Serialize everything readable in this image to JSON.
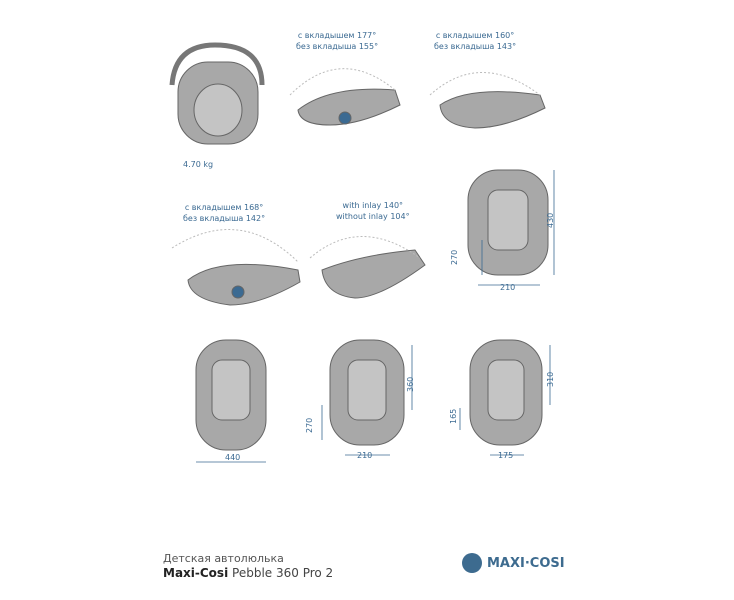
{
  "weight": "4.70 kg",
  "recline": [
    {
      "line1": "с вкладышем 177°",
      "line2": "без вкладыша 155°"
    },
    {
      "line1": "с вкладышем 160°",
      "line2": "без вкладыша 143°"
    },
    {
      "line1": "с вкладышем 168°",
      "line2": "без вкладыша 142°"
    },
    {
      "line1": "with inlay 140°",
      "line2": "without inlay 104°"
    }
  ],
  "dimensions": {
    "d430": "430",
    "d270a": "270",
    "d210a": "210",
    "d440": "440",
    "d360": "360",
    "d270b": "270",
    "d210b": "210",
    "d310": "310",
    "d165": "165",
    "d175": "175"
  },
  "caption": {
    "line1": "Детская автолюлька",
    "brand": "Maxi-Cosi",
    "model": "Pebble 360 Pro 2"
  },
  "logo": {
    "text": "MAXI·COSI",
    "color": "#3d6b8f"
  },
  "colors": {
    "label": "#3b6a92",
    "seat": "#9a9a9a"
  }
}
